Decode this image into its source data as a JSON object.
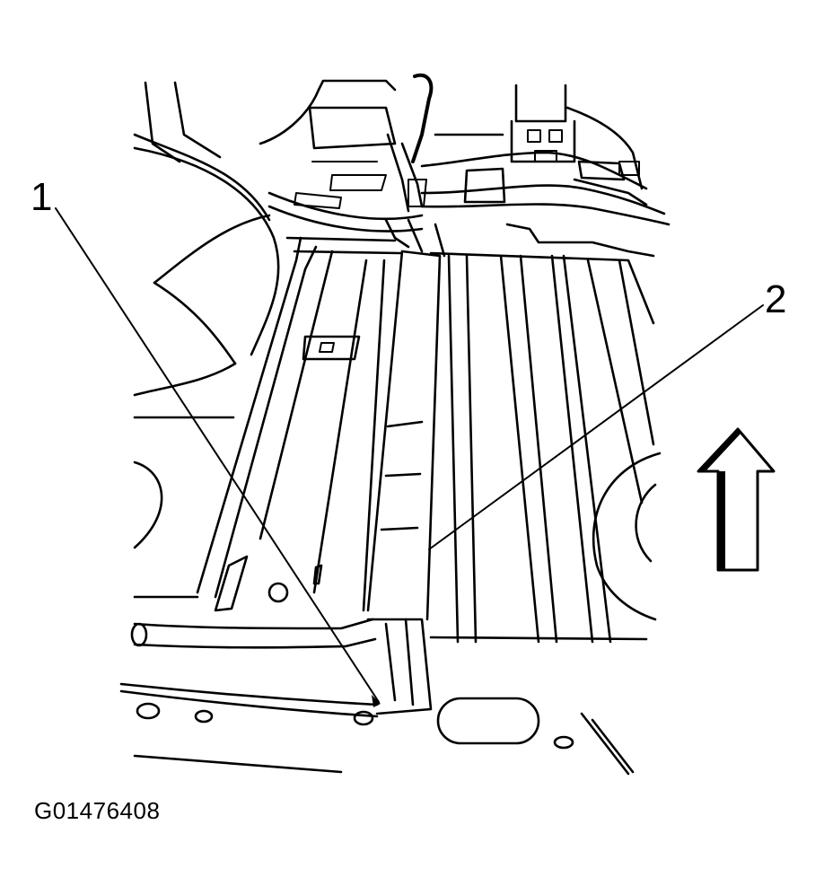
{
  "callouts": [
    {
      "number": "1"
    },
    {
      "number": "2"
    }
  ],
  "figure_id": "G01476408",
  "direction_arrow": {
    "icon": "up-arrow-icon"
  }
}
